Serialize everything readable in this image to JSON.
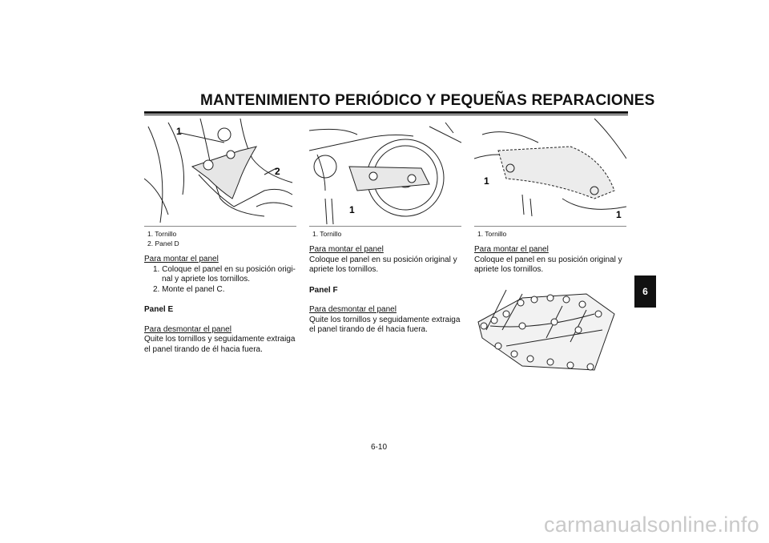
{
  "header": {
    "title": "MANTENIMIENTO PERIÓDICO Y PEQUEÑAS REPARACIONES"
  },
  "chapter_tab": "6",
  "page_number": "6-10",
  "watermark": "carmanualsonline.info",
  "figures": [
    {
      "callouts": [
        "1",
        "2"
      ],
      "captions": [
        "1. Tornillo",
        "2. Panel D"
      ]
    },
    {
      "callouts": [
        "1"
      ],
      "captions": [
        "1. Tornillo"
      ]
    },
    {
      "callouts": [
        "1",
        "1"
      ],
      "captions": [
        "1. Tornillo"
      ]
    }
  ],
  "col1": {
    "heading": "Para montar el panel",
    "steps": [
      "1. Coloque el panel en su posición origi-nal y apriete los tornillos.",
      "2. Monte el panel C."
    ],
    "section": "Panel E",
    "heading2": "Para desmontar el panel",
    "text2": "Quite los tornillos y seguidamente extraiga el panel tirando de él hacia fuera."
  },
  "col2": {
    "heading": "Para montar el panel",
    "text": "Coloque el panel en su posición original y apriete los tornillos.",
    "section": "Panel F",
    "heading2": "Para desmontar el panel",
    "text2": "Quite los tornillos y seguidamente extraiga el panel tirando de él hacia fuera."
  },
  "col3": {
    "heading": "Para montar el panel",
    "text": "Coloque el panel en su posición original y apriete los tornillos."
  }
}
